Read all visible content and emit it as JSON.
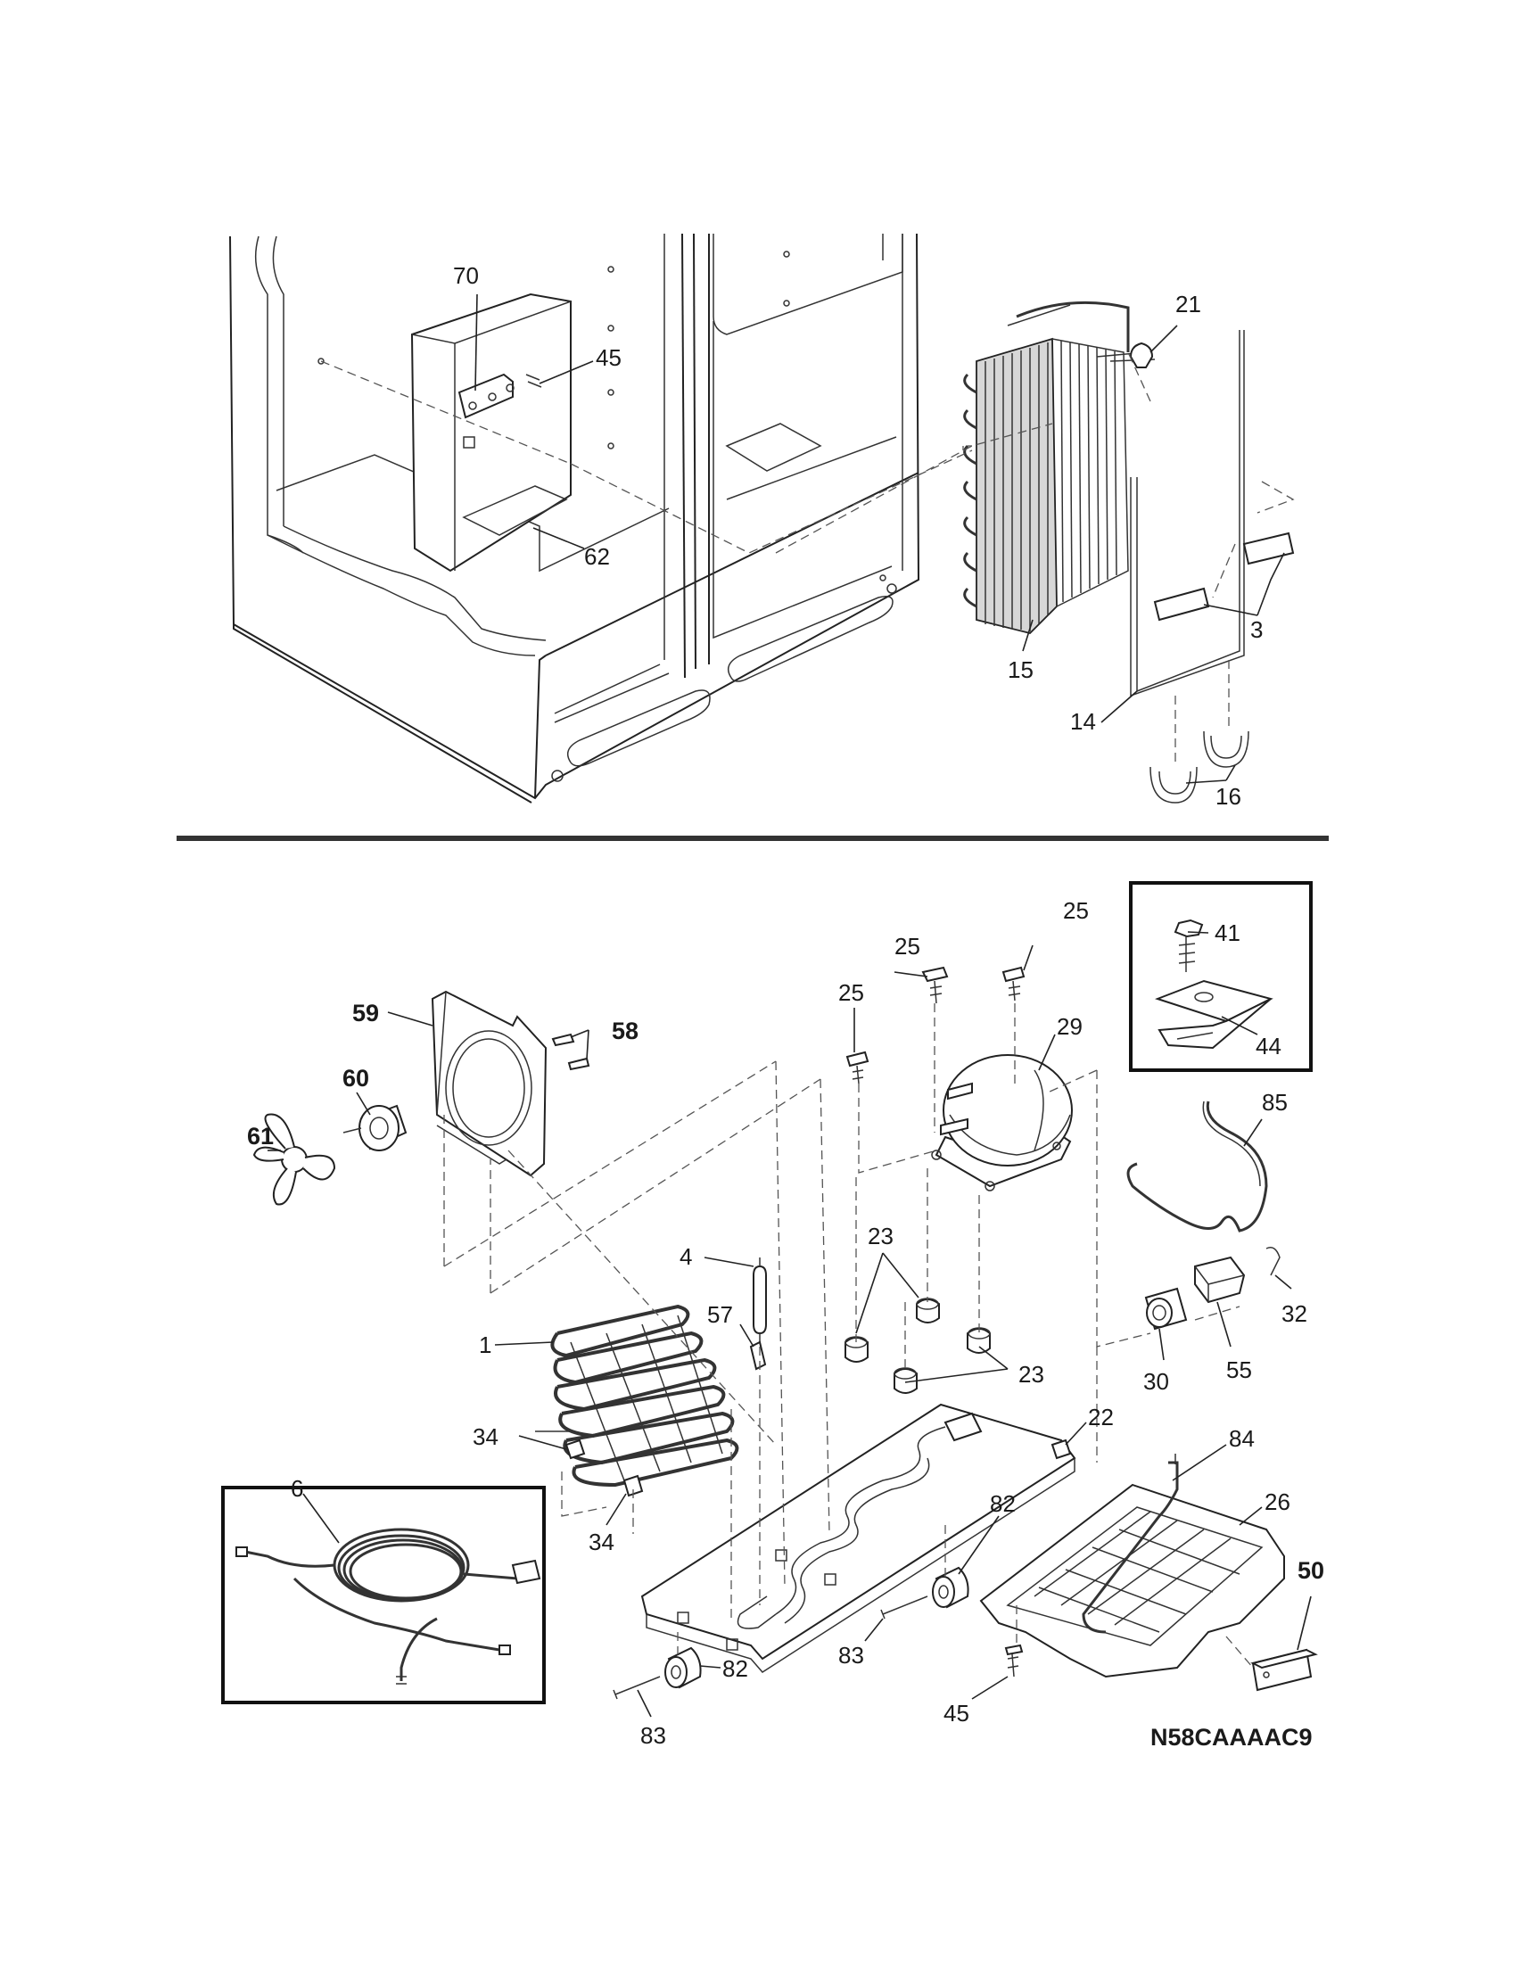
{
  "callouts": {
    "c70": "70",
    "c45_top": "45",
    "c62": "62",
    "c21": "21",
    "c3": "3",
    "c15": "15",
    "c14": "14",
    "c16": "16",
    "c25_a": "25",
    "c25_b": "25",
    "c25_c": "25",
    "c41": "41",
    "c44": "44",
    "c59": "59",
    "c58": "58",
    "c60": "60",
    "c29": "29",
    "c61": "61",
    "c85": "85",
    "c4": "4",
    "c23_a": "23",
    "c23_b": "23",
    "c57": "57",
    "c1": "1",
    "c32": "32",
    "c55": "55",
    "c30": "30",
    "c34_a": "34",
    "c34_b": "34",
    "c22": "22",
    "c84": "84",
    "c6": "6",
    "c26": "26",
    "c82_a": "82",
    "c82_b": "82",
    "c50": "50",
    "c83_a": "83",
    "c83_b": "83",
    "c45_bottom": "45"
  },
  "drawing_code": "N58CAAAAC9",
  "colors": {
    "line": "#222222",
    "background": "#ffffff",
    "divider": "#333333"
  }
}
